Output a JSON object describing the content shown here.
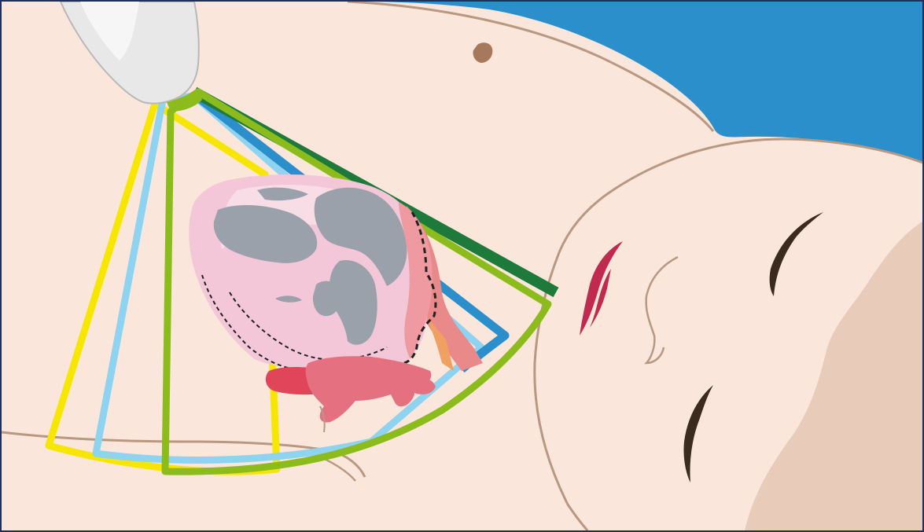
{
  "colors": {
    "skin": "#fbe6dc",
    "skin_shadow": "#e9cbb9",
    "background_blue": "#2b8fcb",
    "outline": "#b89881",
    "nipple": "#a8785c",
    "transducer": "#e8e8e8",
    "heart_pink": "#f3c7d8",
    "chamber_grey": "#9aa1aa",
    "vessel_red": "#e0455a",
    "vessel_salmon": "#e9898a",
    "beam_yellow": "#f7e600",
    "beam_light_blue": "#8ed3f0",
    "beam_blue": "#2b8fcb",
    "beam_green": "#8cbc1c",
    "beam_dark_green": "#1d7a3a",
    "eyelid": "#3a2a20",
    "lips": "#c02a4e"
  },
  "icons": {
    "transducer": "ultrasound-probe-icon",
    "heart": "heart-anatomy-icon"
  },
  "scan_planes": [
    {
      "color_key": "beam_yellow"
    },
    {
      "color_key": "beam_light_blue"
    },
    {
      "color_key": "beam_blue"
    },
    {
      "color_key": "beam_green"
    },
    {
      "color_key": "beam_dark_green"
    }
  ]
}
